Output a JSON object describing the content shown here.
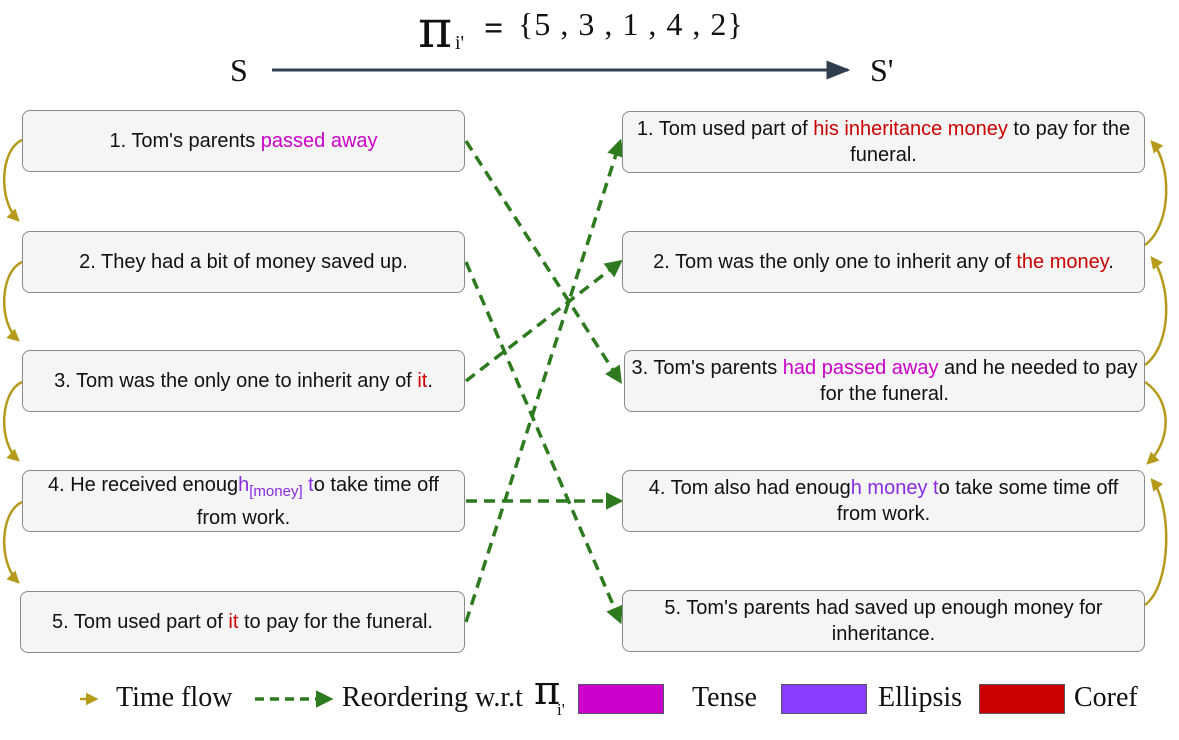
{
  "title": {
    "pi": "π",
    "pi_sub": "i'",
    "eq": "=",
    "set": "{5 , 3 , 1 , 4 , 2}"
  },
  "labels": {
    "source": "S",
    "target": "S'"
  },
  "left_boxes": [
    {
      "parts": [
        {
          "t": "1. Tom's parents "
        },
        {
          "t": "passed away",
          "c": "tense"
        }
      ]
    },
    {
      "parts": [
        {
          "t": "2. They had a bit of money saved up."
        }
      ]
    },
    {
      "parts": [
        {
          "t": "3. Tom was the only one to inherit any of "
        },
        {
          "t": "it",
          "c": "coref"
        },
        {
          "t": "."
        }
      ]
    },
    {
      "parts": [
        {
          "t": "4. He received enoug"
        },
        {
          "t": "h",
          "c": "ellipsis"
        },
        {
          "t": "[money]",
          "c": "ellipsis sub"
        },
        {
          "t": " t",
          "c": "ellipsis"
        },
        {
          "t": "o take time off from work."
        }
      ]
    },
    {
      "parts": [
        {
          "t": "5. Tom used part of "
        },
        {
          "t": "it",
          "c": "coref"
        },
        {
          "t": " to pay for the funeral."
        }
      ]
    }
  ],
  "right_boxes": [
    {
      "parts": [
        {
          "t": "1. Tom used part of "
        },
        {
          "t": "his inheritance money",
          "c": "coref"
        },
        {
          "t": " to pay for the funeral."
        }
      ]
    },
    {
      "parts": [
        {
          "t": "2. Tom was the only one to inherit any of "
        },
        {
          "t": "the money",
          "c": "coref"
        },
        {
          "t": "."
        }
      ]
    },
    {
      "parts": [
        {
          "t": "3. Tom's parents "
        },
        {
          "t": "had passed away",
          "c": "tense"
        },
        {
          "t": " and he needed to pay for the funeral."
        }
      ]
    },
    {
      "parts": [
        {
          "t": "4. Tom also had enoug"
        },
        {
          "t": "h money t",
          "c": "ellipsis"
        },
        {
          "t": "o take some time off from work."
        }
      ]
    },
    {
      "parts": [
        {
          "t": "5. Tom's parents had saved up enough money for inheritance."
        }
      ]
    }
  ],
  "permutation": [
    5,
    3,
    1,
    4,
    2
  ],
  "legend": {
    "time_flow": "Time flow",
    "reordering": "Reordering w.r.t",
    "reordering_pi": "π",
    "reordering_pi_sub": "i'",
    "tense": "Tense",
    "ellipsis": "Ellipsis",
    "coref": "Coref"
  },
  "colors": {
    "time_flow": "#b59a1c",
    "reordering": "#2e7a1f",
    "tense": "#cc00cc",
    "ellipsis": "#8b3dff",
    "coref": "#cc0000",
    "main_arrow": "#2f3e4e"
  }
}
